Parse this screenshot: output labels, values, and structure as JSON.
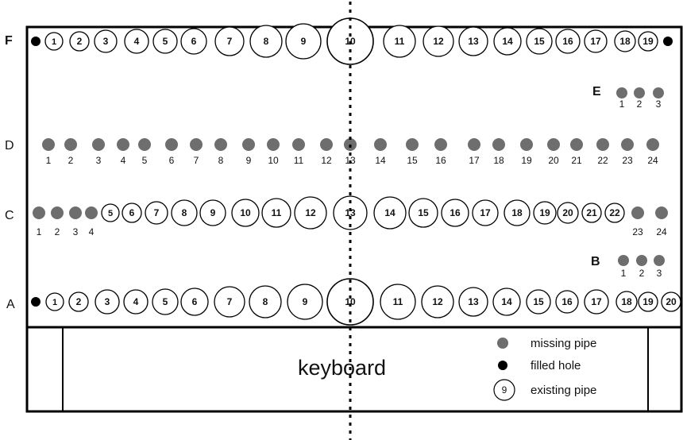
{
  "keyboard_label": "keyboard",
  "legend": [
    {
      "type": "missing",
      "label": "missing pipe"
    },
    {
      "type": "filled",
      "label": "filled hole"
    },
    {
      "type": "existing",
      "label": "existing pipe",
      "sample": "9"
    }
  ],
  "colors": {
    "missing": "#6e6e6e",
    "filled": "#000000",
    "outline": "#000000",
    "background": "#ffffff"
  },
  "rows": [
    {
      "name": "F",
      "pipes": [
        {
          "type": "filled"
        },
        {
          "type": "existing",
          "label": "1"
        },
        {
          "type": "existing",
          "label": "2"
        },
        {
          "type": "existing",
          "label": "3"
        },
        {
          "type": "existing",
          "label": "4"
        },
        {
          "type": "existing",
          "label": "5"
        },
        {
          "type": "existing",
          "label": "6"
        },
        {
          "type": "existing",
          "label": "7"
        },
        {
          "type": "existing",
          "label": "8"
        },
        {
          "type": "existing",
          "label": "9"
        },
        {
          "type": "existing",
          "label": "10"
        },
        {
          "type": "existing",
          "label": "11"
        },
        {
          "type": "existing",
          "label": "12"
        },
        {
          "type": "existing",
          "label": "13"
        },
        {
          "type": "existing",
          "label": "14"
        },
        {
          "type": "existing",
          "label": "15"
        },
        {
          "type": "existing",
          "label": "16"
        },
        {
          "type": "existing",
          "label": "17"
        },
        {
          "type": "existing",
          "label": "18"
        },
        {
          "type": "existing",
          "label": "19"
        },
        {
          "type": "filled"
        }
      ]
    },
    {
      "name": "E",
      "pipes": [
        {
          "type": "missing",
          "label": "1"
        },
        {
          "type": "missing",
          "label": "2"
        },
        {
          "type": "missing",
          "label": "3"
        }
      ]
    },
    {
      "name": "D",
      "pipes": [
        {
          "type": "missing",
          "label": "1"
        },
        {
          "type": "missing",
          "label": "2"
        },
        {
          "type": "missing",
          "label": "3"
        },
        {
          "type": "missing",
          "label": "4"
        },
        {
          "type": "missing",
          "label": "5"
        },
        {
          "type": "missing",
          "label": "6"
        },
        {
          "type": "missing",
          "label": "7"
        },
        {
          "type": "missing",
          "label": "8"
        },
        {
          "type": "missing",
          "label": "9"
        },
        {
          "type": "missing",
          "label": "10"
        },
        {
          "type": "missing",
          "label": "11"
        },
        {
          "type": "missing",
          "label": "12"
        },
        {
          "type": "missing",
          "label": "13"
        },
        {
          "type": "missing",
          "label": "14"
        },
        {
          "type": "missing",
          "label": "15"
        },
        {
          "type": "missing",
          "label": "16"
        },
        {
          "type": "missing",
          "label": "17"
        },
        {
          "type": "missing",
          "label": "18"
        },
        {
          "type": "missing",
          "label": "19"
        },
        {
          "type": "missing",
          "label": "20"
        },
        {
          "type": "missing",
          "label": "21"
        },
        {
          "type": "missing",
          "label": "22"
        },
        {
          "type": "missing",
          "label": "23"
        },
        {
          "type": "missing",
          "label": "24"
        }
      ]
    },
    {
      "name": "C",
      "pipes": [
        {
          "type": "missing",
          "label": "1"
        },
        {
          "type": "missing",
          "label": "2"
        },
        {
          "type": "missing",
          "label": "3"
        },
        {
          "type": "missing",
          "label": "4"
        },
        {
          "type": "existing",
          "label": "5"
        },
        {
          "type": "existing",
          "label": "6"
        },
        {
          "type": "existing",
          "label": "7"
        },
        {
          "type": "existing",
          "label": "8"
        },
        {
          "type": "existing",
          "label": "9"
        },
        {
          "type": "existing",
          "label": "10"
        },
        {
          "type": "existing",
          "label": "11"
        },
        {
          "type": "existing",
          "label": "12"
        },
        {
          "type": "existing",
          "label": "13"
        },
        {
          "type": "existing",
          "label": "14"
        },
        {
          "type": "existing",
          "label": "15"
        },
        {
          "type": "existing",
          "label": "16"
        },
        {
          "type": "existing",
          "label": "17"
        },
        {
          "type": "existing",
          "label": "18"
        },
        {
          "type": "existing",
          "label": "19"
        },
        {
          "type": "existing",
          "label": "20"
        },
        {
          "type": "existing",
          "label": "21"
        },
        {
          "type": "existing",
          "label": "22"
        },
        {
          "type": "missing",
          "label": "23"
        },
        {
          "type": "missing",
          "label": "24"
        }
      ]
    },
    {
      "name": "B",
      "pipes": [
        {
          "type": "missing",
          "label": "1"
        },
        {
          "type": "missing",
          "label": "2"
        },
        {
          "type": "missing",
          "label": "3"
        }
      ]
    },
    {
      "name": "A",
      "pipes": [
        {
          "type": "filled"
        },
        {
          "type": "existing",
          "label": "1"
        },
        {
          "type": "existing",
          "label": "2"
        },
        {
          "type": "existing",
          "label": "3"
        },
        {
          "type": "existing",
          "label": "4"
        },
        {
          "type": "existing",
          "label": "5"
        },
        {
          "type": "existing",
          "label": "6"
        },
        {
          "type": "existing",
          "label": "7"
        },
        {
          "type": "existing",
          "label": "8"
        },
        {
          "type": "existing",
          "label": "9"
        },
        {
          "type": "existing",
          "label": "10"
        },
        {
          "type": "existing",
          "label": "11"
        },
        {
          "type": "existing",
          "label": "12"
        },
        {
          "type": "existing",
          "label": "13"
        },
        {
          "type": "existing",
          "label": "14"
        },
        {
          "type": "existing",
          "label": "15"
        },
        {
          "type": "existing",
          "label": "16"
        },
        {
          "type": "existing",
          "label": "17"
        },
        {
          "type": "existing",
          "label": "18"
        },
        {
          "type": "existing",
          "label": "19"
        },
        {
          "type": "existing",
          "label": "20"
        }
      ]
    }
  ]
}
